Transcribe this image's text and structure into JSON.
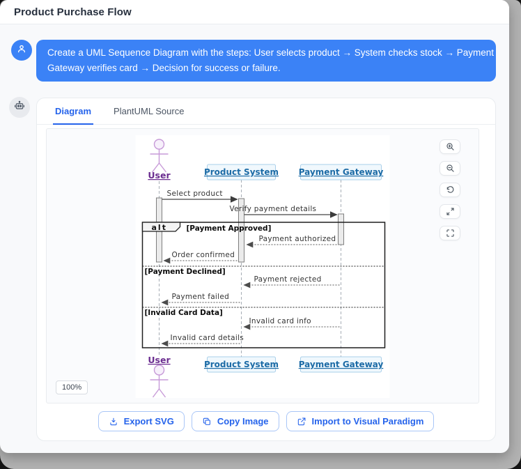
{
  "window": {
    "title": "Product Purchase Flow"
  },
  "chat": {
    "user_message": {
      "line1": "Create a UML Sequence Diagram with the steps: User selects product → System checks stock → Payment",
      "line2": "Gateway verifies card → Decision for success or failure."
    }
  },
  "tabs": [
    {
      "label": "Diagram",
      "active": true
    },
    {
      "label": "PlantUML Source",
      "active": false
    }
  ],
  "diagram": {
    "zoom_level": "100%",
    "actors": {
      "user": "User",
      "product_system": "Product System",
      "payment_gateway": "Payment Gateway"
    },
    "fragment": {
      "keyword": "alt",
      "condition_approved": "[Payment Approved]",
      "condition_declined": "[Payment Declined]",
      "condition_invalid": "[Invalid Card Data]"
    },
    "messages": {
      "select_product": "Select product",
      "verify_payment": "Verify payment details",
      "payment_authorized": "Payment authorized",
      "order_confirmed": "Order confirmed",
      "payment_rejected": "Payment rejected",
      "payment_failed": "Payment failed",
      "invalid_card_info": "Invalid card info",
      "invalid_card_details": "Invalid card details"
    }
  },
  "actions": [
    {
      "label": "Export SVG"
    },
    {
      "label": "Copy Image"
    },
    {
      "label": "Import to Visual Paradigm"
    }
  ],
  "icons": [
    "user-avatar-icon",
    "robot-icon",
    "zoom-in-icon",
    "zoom-out-icon",
    "reset-view-icon",
    "expand-icon",
    "fullscreen-icon",
    "download-icon",
    "copy-icon",
    "external-link-icon"
  ],
  "colors": {
    "accent_blue": "#3b82f6",
    "tab_active": "#2563eb",
    "participant_text": "#1c6ba6",
    "participant_fill": "#f0f8fd",
    "actor_purple": "#6b2d90",
    "backdrop_gray": "#b2b2b2"
  }
}
